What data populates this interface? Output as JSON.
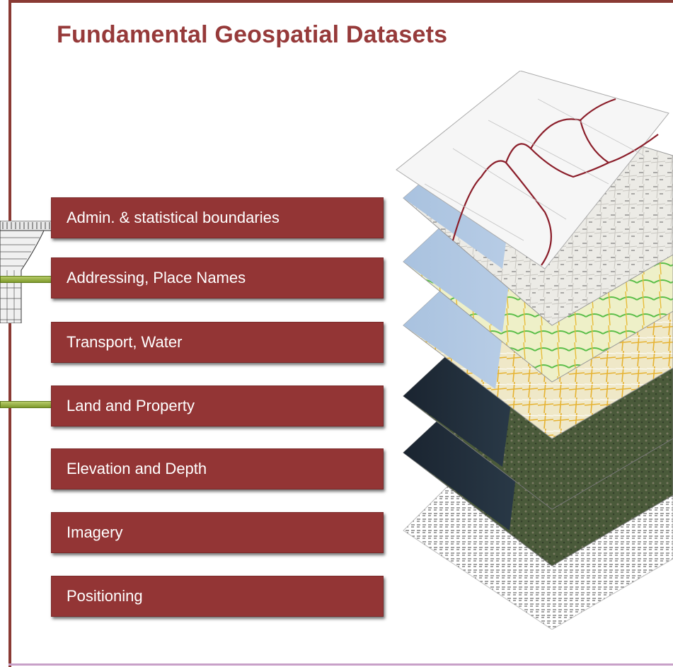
{
  "title": "Fundamental Geospatial Datasets",
  "datasets": [
    "Admin. & statistical  boundaries",
    "Addressing, Place Names",
    "Transport, Water",
    "Land and Property",
    "Elevation and Depth",
    "Imagery",
    "Positioning"
  ],
  "colors": {
    "accent": "#933535",
    "title": "#963a3a",
    "connector": "#8aa83a"
  }
}
